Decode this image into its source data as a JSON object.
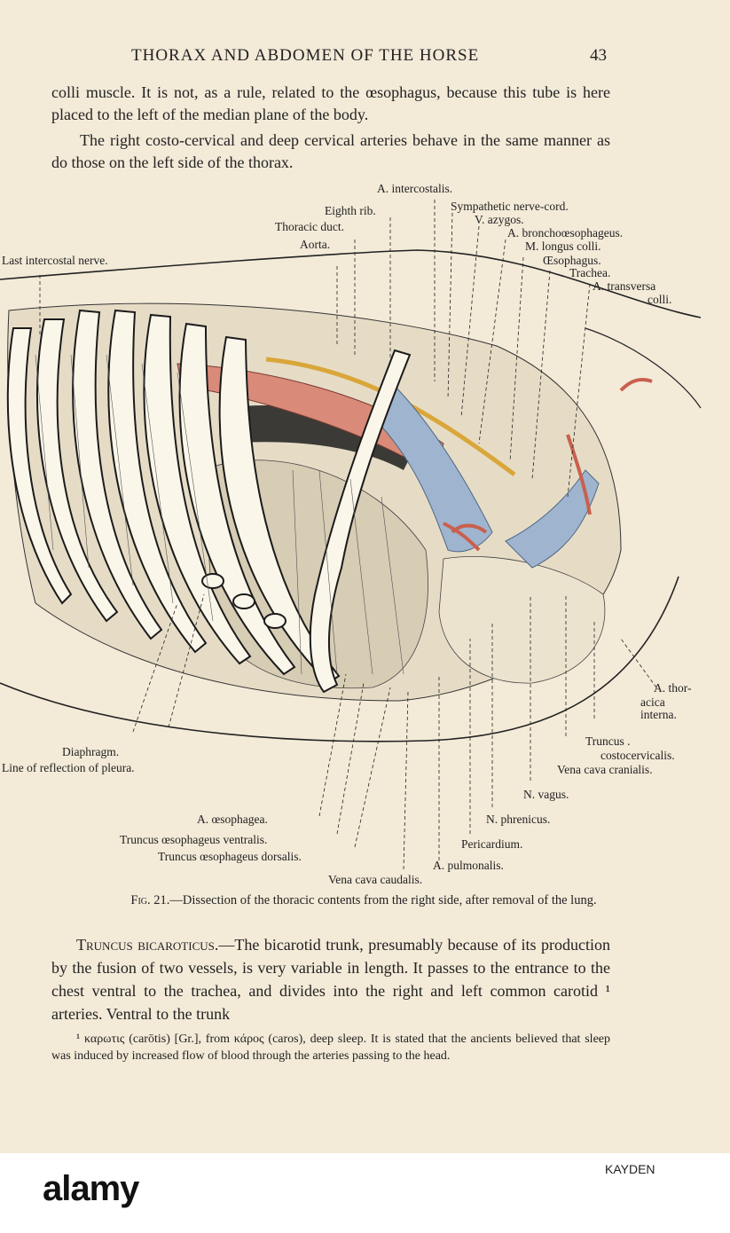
{
  "header": {
    "title": "THORAX AND ABDOMEN OF THE HORSE",
    "page_number": "43"
  },
  "paragraphs": {
    "p1": "colli muscle. It is not, as a rule, related to the œsophagus, because this tube is here placed to the left of the median plane of the body.",
    "p2": "The right costo-cervical and deep cervical arteries behave in the same manner as do those on the left side of the thorax."
  },
  "figure_labels": {
    "intercostalis": "A. intercostalis.",
    "eighth_rib": "Eighth rib.",
    "thoracic_duct": "Thoracic duct.",
    "aorta": "Aorta.",
    "last_intercostal": "Last intercostal nerve.",
    "sympathetic": "Sympathetic nerve-cord.",
    "azygos": "V. azygos.",
    "bronchoesophageus": "A. bronchoœsophageus.",
    "longus_colli": "M. longus colli.",
    "oesophagus": "Œsophagus.",
    "trachea": "Trachea.",
    "transversa": "A. transversa",
    "colli": "colli.",
    "thoracica_1": "A. thor-",
    "thoracica_2": "acica",
    "thoracica_3": "interna.",
    "truncus_cc_1": "Truncus .",
    "truncus_cc_2": "costocervicalis.",
    "vena_cava_cranialis": "Vena cava cranialis.",
    "diaphragm": "Diaphragm.",
    "line_reflection": "Line of reflection of pleura.",
    "n_vagus": "N. vagus.",
    "n_phrenicus": "N. phrenicus.",
    "a_oesophagea": "A. œsophagea.",
    "truncus_ventralis": "Truncus œsophageus ventralis.",
    "truncus_dorsalis": "Truncus œsophageus dorsalis.",
    "pericardium": "Pericardium.",
    "a_pulmonalis": "A. pulmonalis.",
    "vena_cava_caudalis": "Vena cava caudalis."
  },
  "caption": {
    "fig": "Fig. 21.",
    "text": "—Dissection of the thoracic contents from the right side, after removal of the lung."
  },
  "p3": {
    "heading": "Truncus bicaroticus.",
    "text": "—The bicarotid trunk, presumably because of its production by the fusion of two vessels, is very variable in length. It passes to the entrance to the chest ventral to the trachea, and divides into the right and left common carotid ¹ arteries. Ventral to the trunk"
  },
  "footnote": "¹ καρωτις (carōtis) [Gr.], from κάρος (caros), deep sleep. It is stated that the ancients believed that sleep was induced by increased flow of blood through the arteries passing to the head.",
  "watermark": {
    "logo": "alamy",
    "image_id": "KAYDEN"
  },
  "colors": {
    "paper": "#f3ead8",
    "artery": "#d98a78",
    "vein": "#9fb4cf",
    "duct": "#d9a63a"
  }
}
